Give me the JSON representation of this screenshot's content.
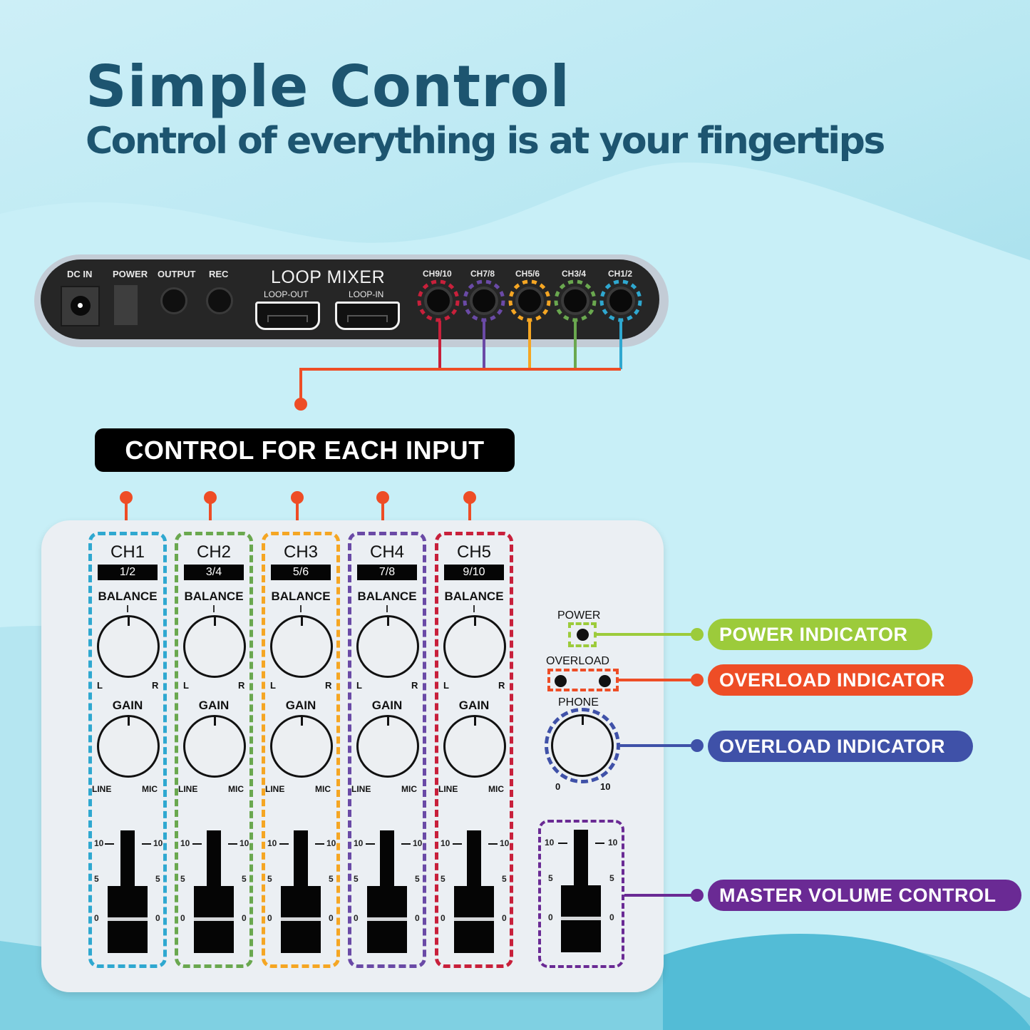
{
  "header": {
    "title": "Simple Control",
    "subtitle": "Control of everything is at your fingertips"
  },
  "back_panel": {
    "dc_in": "DC IN",
    "power": "POWER",
    "output": "OUTPUT",
    "rec": "REC",
    "brand": "LOOP MIXER",
    "loop_out": "LOOP-OUT",
    "loop_in": "LOOP-IN",
    "inputs": [
      {
        "label": "CH9/10",
        "color": "#c8203b"
      },
      {
        "label": "CH7/8",
        "color": "#6a4aa6"
      },
      {
        "label": "CH5/6",
        "color": "#f5a623"
      },
      {
        "label": "CH3/4",
        "color": "#6aa84f"
      },
      {
        "label": "CH1/2",
        "color": "#2fa8d0"
      }
    ]
  },
  "banner": {
    "label": "CONTROL FOR EACH INPUT"
  },
  "channels": [
    {
      "name": "CH1",
      "inputs": "1/2",
      "color": "#2fa8d0",
      "balance": "BALANCE",
      "left": "L",
      "right": "R",
      "gain": "GAIN",
      "line": "LINE",
      "mic": "MIC"
    },
    {
      "name": "CH2",
      "inputs": "3/4",
      "color": "#6aa84f",
      "balance": "BALANCE",
      "left": "L",
      "right": "R",
      "gain": "GAIN",
      "line": "LINE",
      "mic": "MIC"
    },
    {
      "name": "CH3",
      "inputs": "5/6",
      "color": "#f5a623",
      "balance": "BALANCE",
      "left": "L",
      "right": "R",
      "gain": "GAIN",
      "line": "LINE",
      "mic": "MIC"
    },
    {
      "name": "CH4",
      "inputs": "7/8",
      "color": "#6a4aa6",
      "balance": "BALANCE",
      "left": "L",
      "right": "R",
      "gain": "GAIN",
      "line": "LINE",
      "mic": "MIC"
    },
    {
      "name": "CH5",
      "inputs": "9/10",
      "color": "#c8203b",
      "balance": "BALANCE",
      "left": "L",
      "right": "R",
      "gain": "GAIN",
      "line": "LINE",
      "mic": "MIC"
    }
  ],
  "fader_scale": {
    "top": "10",
    "mid": "5",
    "bottom": "0"
  },
  "master": {
    "power_label": "POWER",
    "overload_label": "OVERLOAD",
    "phone_label": "PHONE",
    "phone_min": "0",
    "phone_max": "10"
  },
  "callouts": [
    {
      "label": "POWER INDICATOR",
      "color": "#9ccb3b"
    },
    {
      "label": "OVERLOAD INDICATOR",
      "color": "#ee4d26"
    },
    {
      "label": "OVERLOAD INDICATOR",
      "color": "#3f51a8"
    },
    {
      "label": "MASTER VOLUME CONTROL",
      "color": "#6a2a94"
    }
  ],
  "colors": {
    "title": "#1d5570",
    "connector": "#ee4d26"
  }
}
